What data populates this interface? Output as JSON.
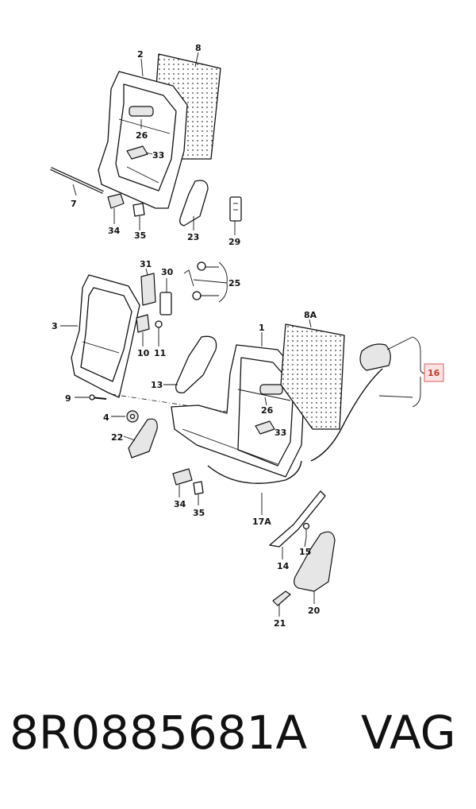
{
  "labels": {
    "l2": "2",
    "l8": "8",
    "l26a": "26",
    "l33a": "33",
    "l7": "7",
    "l34a": "34",
    "l35a": "35",
    "l23": "23",
    "l29": "29",
    "l31": "31",
    "l30": "30",
    "l25": "25",
    "l3": "3",
    "l10": "10",
    "l11": "11",
    "l8a": "8A",
    "l1": "1",
    "l13": "13",
    "l16": "16",
    "l9": "9",
    "l4": "4",
    "l26b": "26",
    "l33b": "33",
    "l22": "22",
    "l34b": "34",
    "l35b": "35",
    "l17a": "17A",
    "l15": "15",
    "l14": "14",
    "l20": "20",
    "l21": "21"
  },
  "highlight_color": "#e05a5a",
  "part_number": "8R0885681A",
  "brand": "VAG"
}
